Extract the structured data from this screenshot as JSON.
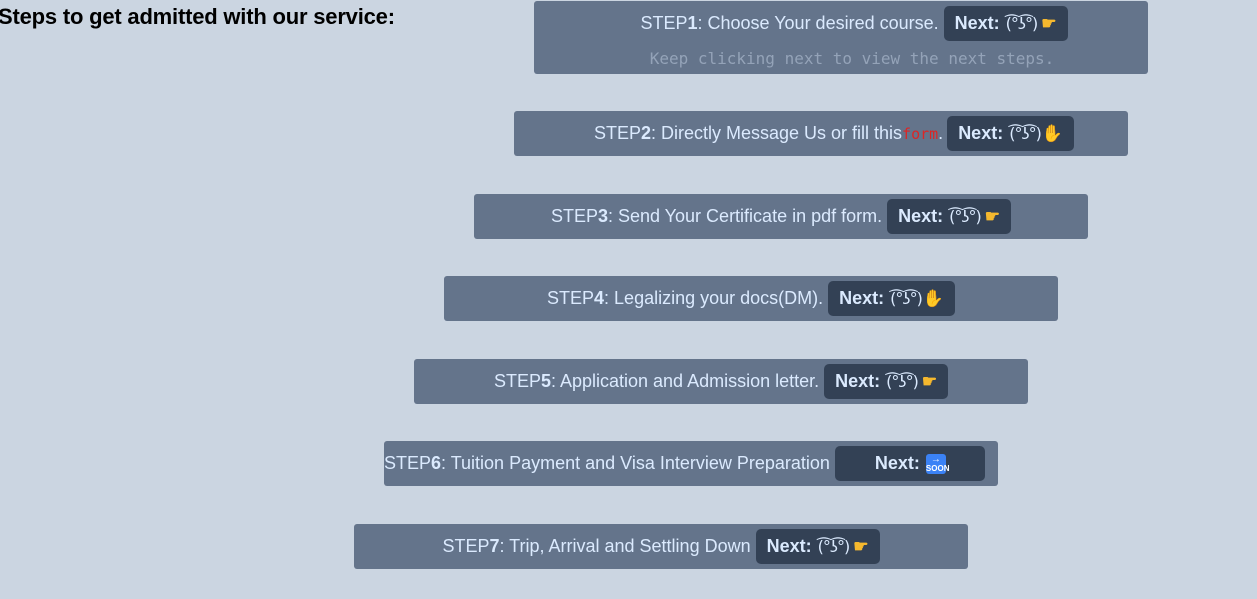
{
  "heading": "Steps to get admitted with our service:",
  "steps": [
    {
      "prefix": "STEP ",
      "num": "1",
      "text": ": Choose Your desired course.",
      "next_label": "Next:",
      "face": "(͡°ʖ͡°)",
      "hand_icon": "hand-point-icon",
      "hint": "Keep clicking next to view the next steps."
    },
    {
      "prefix": "STEP ",
      "num": "2",
      "text": ": Directly Message Us or fill this ",
      "link": "form",
      "after_link": ".",
      "next_label": "Next:",
      "face": "(͡°ʖ͡°)",
      "hand_icon": "ok-hand-icon"
    },
    {
      "prefix": "STEP ",
      "num": "3",
      "text": ": Send Your Certificate in pdf form.",
      "next_label": "Next:",
      "face": "(͡°ʖ͡°)",
      "hand_icon": "hand-point-icon"
    },
    {
      "prefix": "STEP ",
      "num": "4",
      "text": ": Legalizing your docs(DM).",
      "next_label": "Next:",
      "face": "(͡°ʖ͡°)",
      "hand_icon": "ok-hand-icon"
    },
    {
      "prefix": "STEP ",
      "num": "5",
      "text": ": Application and Admission letter.",
      "next_label": "Next:",
      "face": "(͡°ʖ͡°)",
      "hand_icon": "hand-point-icon"
    },
    {
      "prefix": "STEP ",
      "num": "6",
      "text": ": Tuition Payment and Visa Interview Preparation",
      "next_label": "Next:",
      "soon_icon": "soon-arrow-icon"
    },
    {
      "prefix": "STEP ",
      "num": "7",
      "text": ": Trip, Arrival and Settling Down",
      "next_label": "Next:",
      "face": "(͡°ʖ͡°)",
      "hand_icon": "hand-point-icon"
    }
  ],
  "colors": {
    "background": "#cbd5e1",
    "card": "#64748b",
    "button": "#334155",
    "text": "#dbeafe",
    "link": "#dc2626",
    "hint": "#94a3b8"
  }
}
